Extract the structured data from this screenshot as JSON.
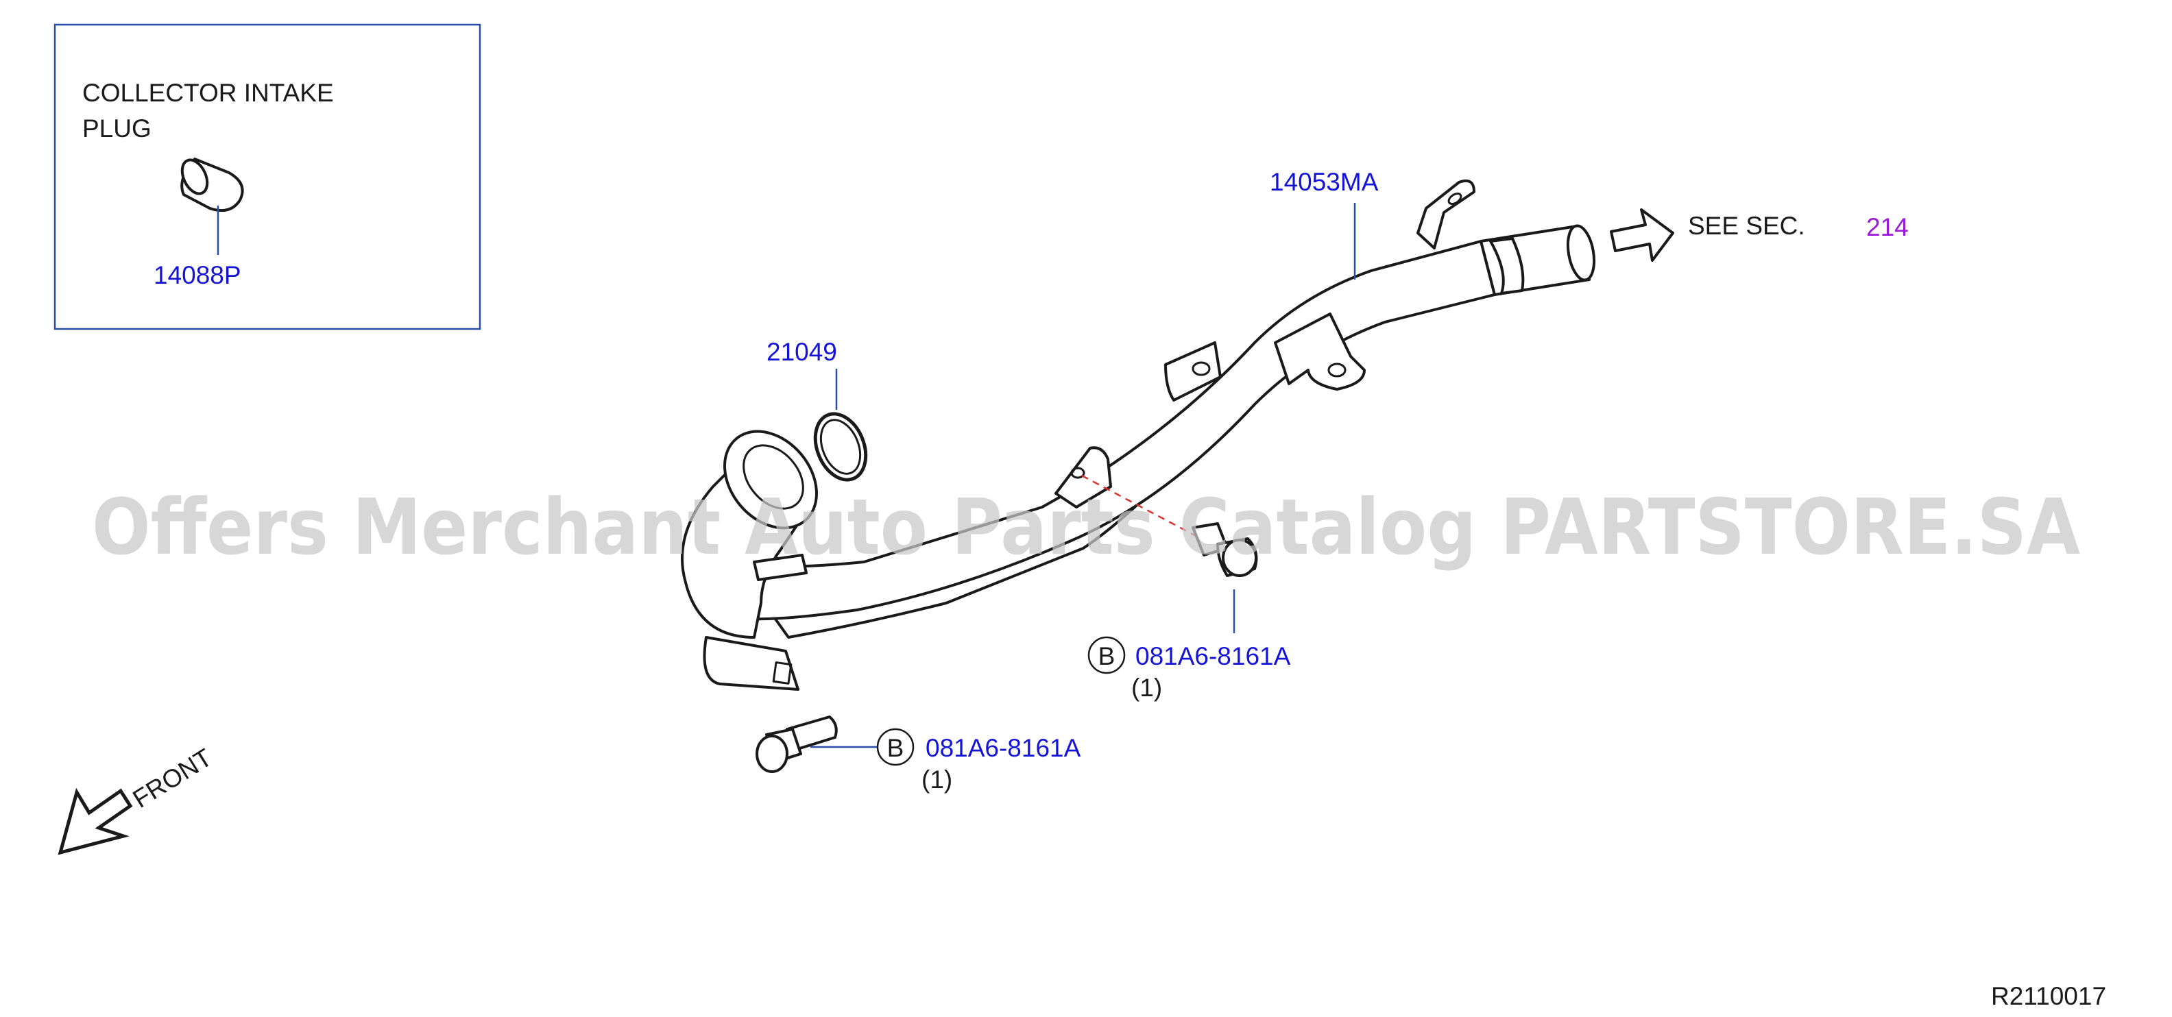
{
  "inset": {
    "title_line1": "COLLECTOR  INTAKE",
    "title_line2": "PLUG",
    "part_number": "14088P"
  },
  "labels": {
    "pipe_part": "14053MA",
    "gasket_part": "21049",
    "bolt_upper_ref": "B",
    "bolt_upper_part": "081A6-8161A",
    "bolt_upper_qty": "(1)",
    "bolt_lower_ref": "B",
    "bolt_lower_part": "081A6-8161A",
    "bolt_lower_qty": "(1)",
    "see_sec_text": "SEE   SEC.",
    "see_sec_number": "214",
    "front_text": "FRONT",
    "diagram_id": "R2110017"
  },
  "watermark": "Offers Merchant Auto Parts Catalog PARTSTORE.SA",
  "colors": {
    "part_number": "#1414d8",
    "section_ref": "#9a1ad8",
    "leader": "#2a4fa8",
    "dashed_guide": "#e03030"
  },
  "icons": [
    "plug-icon",
    "gasket-icon",
    "water-pipe-icon",
    "bolt-icon",
    "see-section-arrow-icon",
    "front-arrow-icon"
  ]
}
